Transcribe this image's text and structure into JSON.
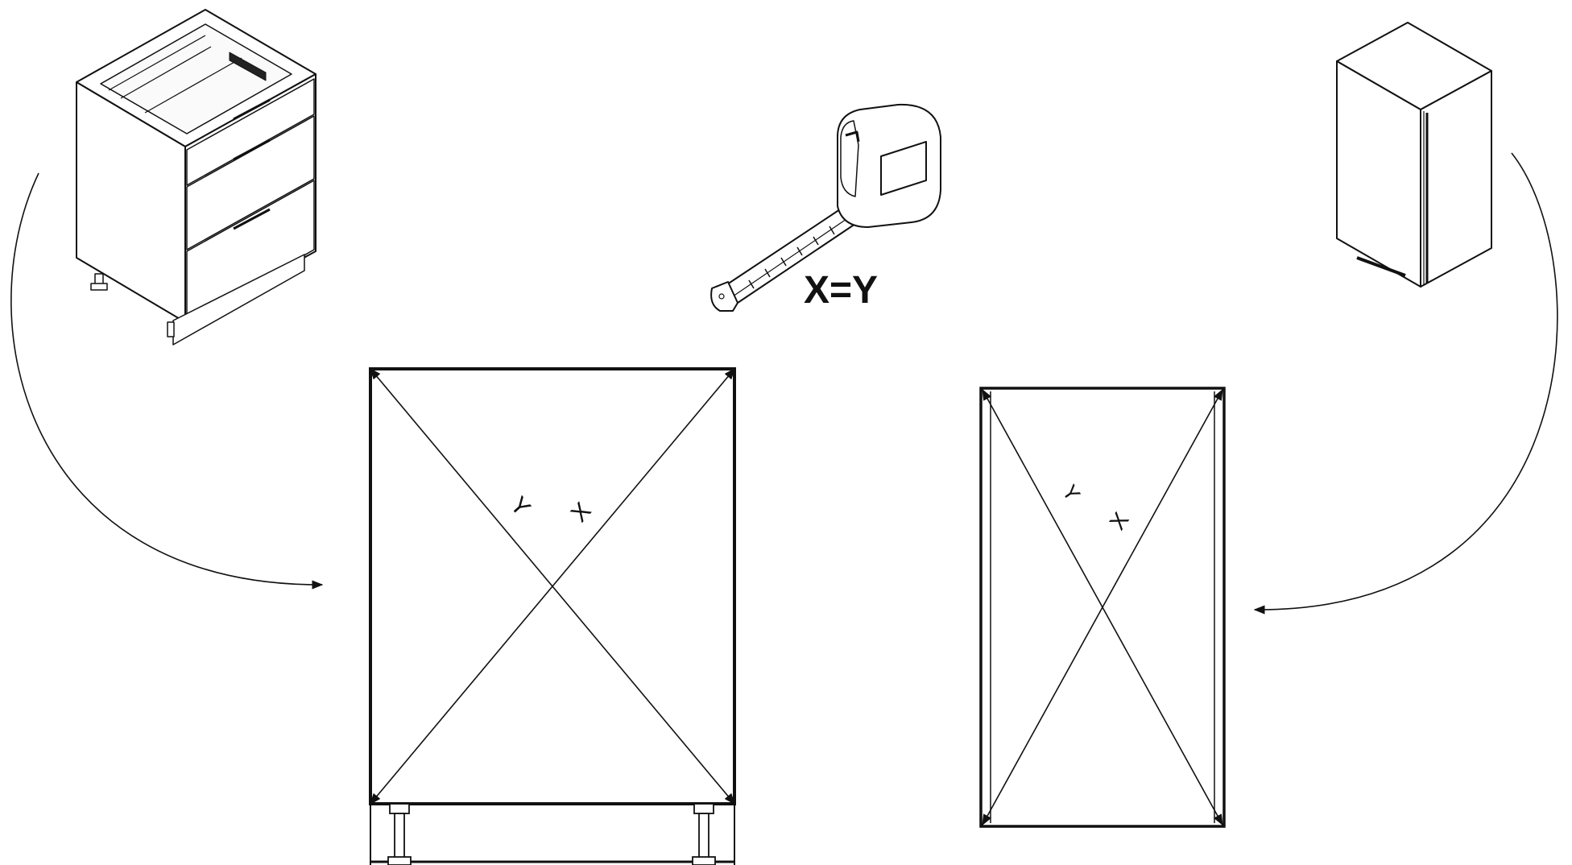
{
  "equation": "X=Y",
  "left_diagram": {
    "label_x": "X",
    "label_y": "Y"
  },
  "right_diagram": {
    "label_x": "X",
    "label_y": "Y"
  },
  "colors": {
    "line": "#111111",
    "background": "#ffffff"
  },
  "icons": [
    "drawer-base-cabinet-icon",
    "measuring-tape-icon",
    "wall-cabinet-icon"
  ]
}
